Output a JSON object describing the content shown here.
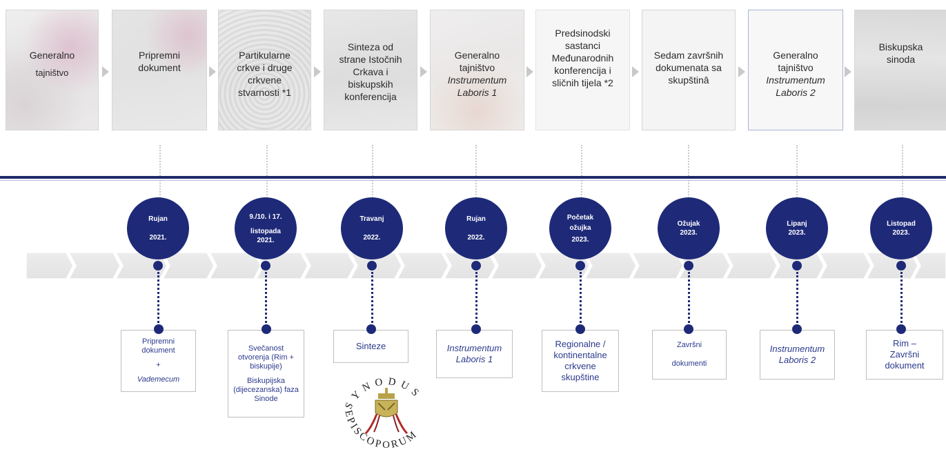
{
  "steps": [
    {
      "lines": [
        "Generalno",
        "tajništvo"
      ],
      "italic": []
    },
    {
      "lines": [
        "Pripremni",
        "dokument"
      ],
      "italic": []
    },
    {
      "lines": [
        "Partikularne",
        "crkve i druge",
        "crkvene",
        "stvarnosti *1"
      ],
      "italic": []
    },
    {
      "lines": [
        "Sinteza od",
        "strane Istočnih",
        "Crkava i",
        "biskupskih",
        "konferencija"
      ],
      "italic": []
    },
    {
      "lines": [
        "Generalno",
        "tajništvo",
        "Instrumentum",
        "Laboris 1"
      ],
      "italic": [
        2,
        3
      ]
    },
    {
      "lines": [
        "Predsinodski",
        "sastanci",
        "Međunarodnih",
        "konferencija i",
        "sličnih tijela *2"
      ],
      "italic": []
    },
    {
      "lines": [
        "Sedam završnih",
        "dokumenata sa",
        "skupštinâ"
      ],
      "italic": []
    },
    {
      "lines": [
        "Generalno",
        "tajništvo",
        "Instrumentum",
        "Laboris 2"
      ],
      "italic": [
        2,
        3
      ]
    },
    {
      "lines": [
        "Biskupska",
        "sinoda"
      ],
      "italic": []
    }
  ],
  "dates": [
    {
      "l1": "Rujan",
      "l2": "2021."
    },
    {
      "l1": "9./10. i 17.",
      "l2": "listopada",
      "l3": "2021."
    },
    {
      "l1": "Travanj",
      "l2": "2022."
    },
    {
      "l1": "Rujan",
      "l2": "2022."
    },
    {
      "l1": "Početak",
      "l2": "ožujka",
      "l3": "2023."
    },
    {
      "l1": "Ožujak",
      "l2": "2023."
    },
    {
      "l1": "Lipanj",
      "l2": "2023."
    },
    {
      "l1": "Listopad",
      "l2": "2023."
    }
  ],
  "outputs": {
    "o1": {
      "a": "Pripremni",
      "b": "dokument",
      "c": "+",
      "d": "Vademecum"
    },
    "o2": {
      "a": "Svečanost",
      "b": "otvorenja (Rim +",
      "c": "biskupije)",
      "d": "Biskupijska",
      "e": "(dijecezanska) faza",
      "f": "Sinode"
    },
    "o3": {
      "a": "Sinteze"
    },
    "o4": {
      "a": "Instrumentum",
      "b": "Laboris 1"
    },
    "o5": {
      "a": "Regionalne /",
      "b": "kontinentalne",
      "c": "crkvene",
      "d": "skupštine"
    },
    "o6": {
      "a": "Završni",
      "b": "dokumenti"
    },
    "o7": {
      "a": "Instrumentum",
      "b": "Laboris 2"
    },
    "o8": {
      "a": "Rim –",
      "b": "Završni",
      "c": "dokument"
    }
  },
  "seal": {
    "top": "SYNODUS",
    "bottom": "EPISCOPORUM"
  },
  "colors": {
    "navy": "#1e2a78",
    "grey": "#c9c9c9"
  }
}
